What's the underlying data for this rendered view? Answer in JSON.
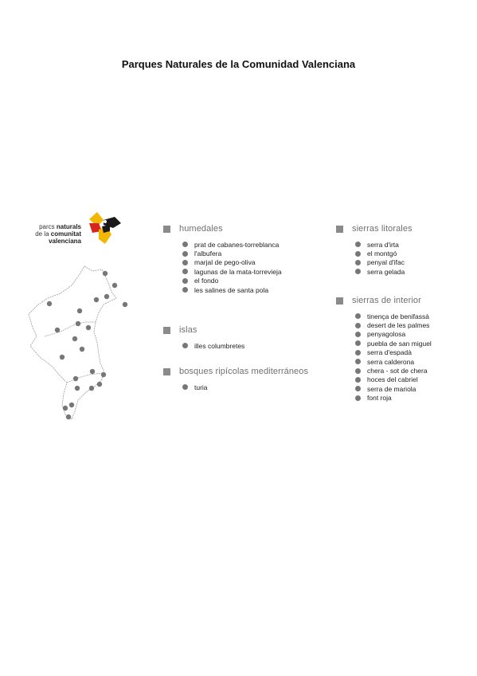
{
  "title": "Parques Naturales de la Comunidad Valenciana",
  "logo": {
    "line1_a": "parcs ",
    "line1_b": "naturals",
    "line2_a": "de la ",
    "line2_b": "comunitat",
    "line3": "valenciana"
  },
  "sections": {
    "humedales": {
      "title": "humedales",
      "items": [
        "prat de cabanes-torreblanca",
        "l'albufera",
        "marjal de pego-oliva",
        "lagunas de la mata-torrevieja",
        "el fondo",
        "les salines de santa pola"
      ]
    },
    "islas": {
      "title": "islas",
      "items": [
        "illes columbretes"
      ]
    },
    "bosques": {
      "title": "bosques ripícolas mediterráneos",
      "items": [
        "turia"
      ]
    },
    "sierras_litorales": {
      "title": "sierras litorales",
      "items": [
        "serra d'irta",
        "el montgó",
        "penyal d'ifac",
        "serra gelada"
      ]
    },
    "sierras_interior": {
      "title": "sierras de interior",
      "items": [
        "tinença de benifassà",
        "desert de les palmes",
        "penyagolosa",
        "puebla de san miguel",
        "serra d'espadà",
        "serra calderona",
        "chera - sot de chera",
        "hoces del cabriel",
        "serra de mariola",
        "font roja"
      ]
    }
  },
  "colors": {
    "bullet": "#777777",
    "heading": "#707070",
    "logo_yellow": "#f2b705",
    "logo_red": "#d7261e",
    "logo_black": "#1a1a1a"
  }
}
